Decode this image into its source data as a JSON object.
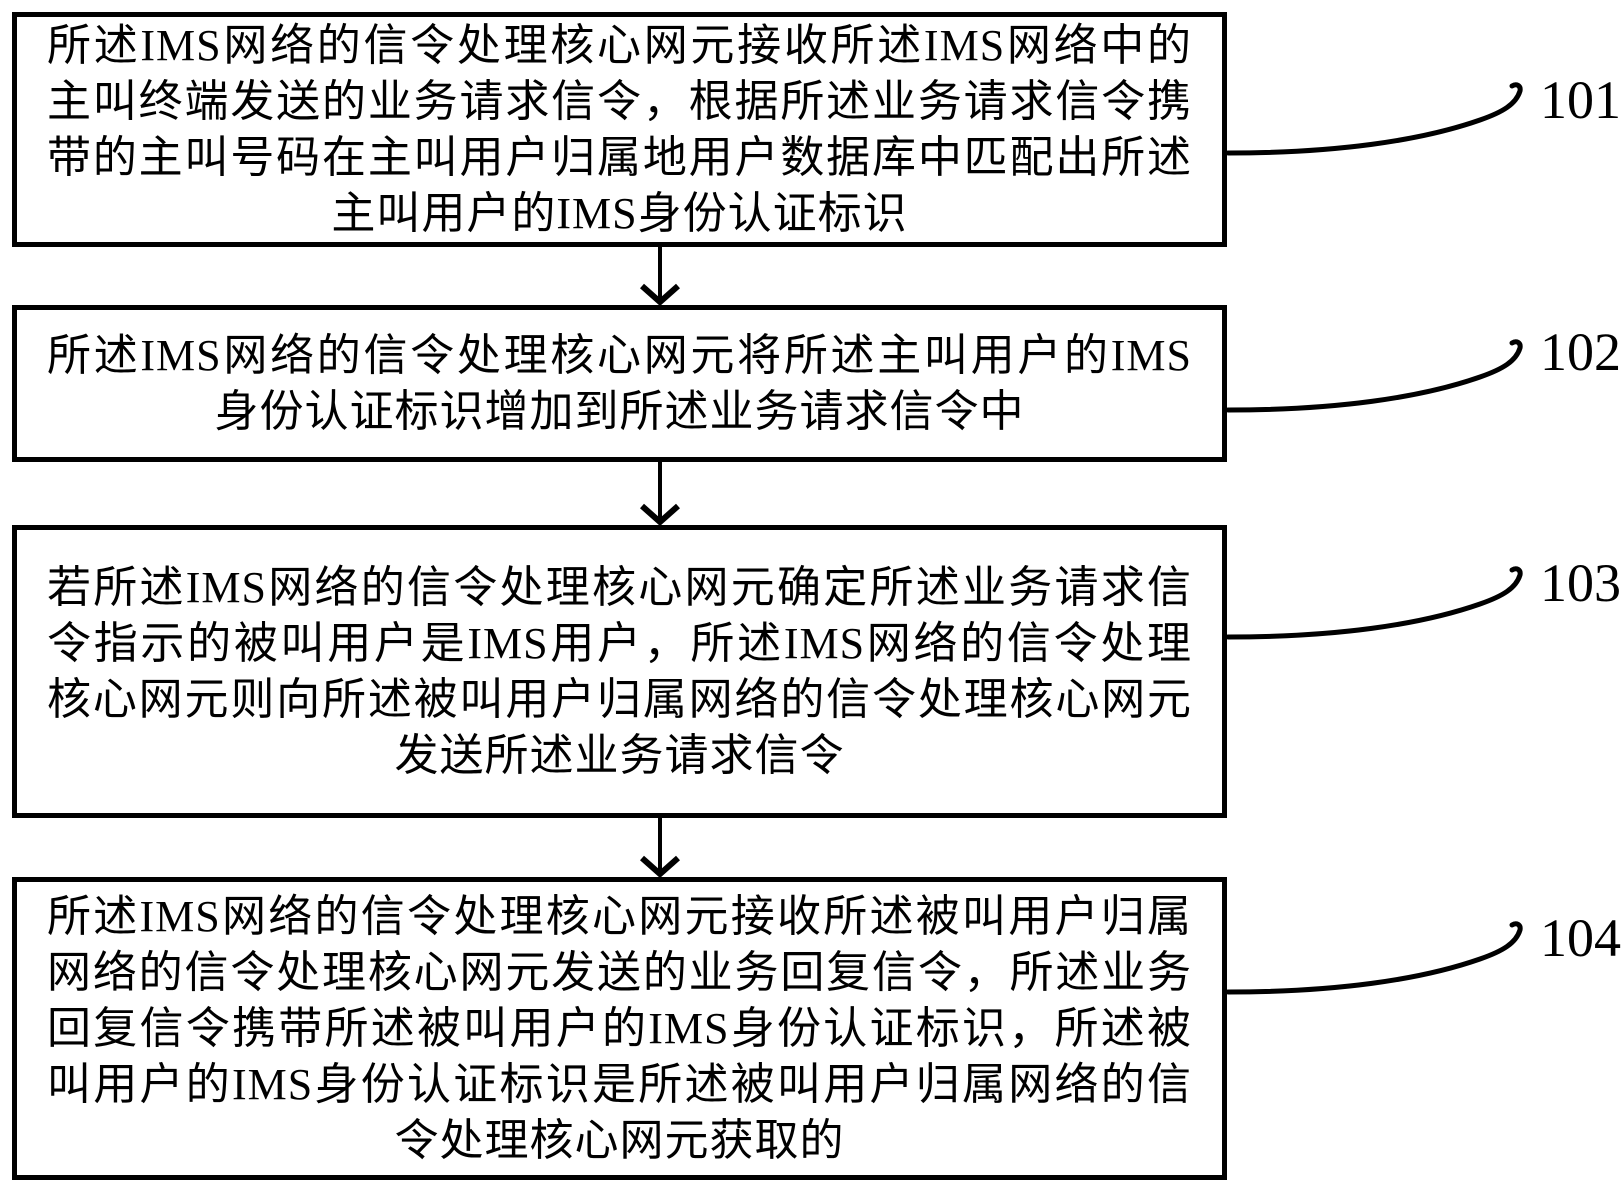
{
  "figure": {
    "type": "flowchart",
    "background_color": "#ffffff",
    "stroke_color": "#000000",
    "steps": [
      {
        "ref_label": "101",
        "text": "所述IMS网络的信令处理核心网元接收所述IMS网络中的主叫终端发送的业务请求信令，根据所述业务请求信令携带的主叫号码在主叫用户归属地用户数据库中匹配出所述主叫用户的IMS身份认证标识"
      },
      {
        "ref_label": "102",
        "text": "所述IMS网络的信令处理核心网元将所述主叫用户的IMS身份认证标识增加到所述业务请求信令中"
      },
      {
        "ref_label": "103",
        "text": "若所述IMS网络的信令处理核心网元确定所述业务请求信令指示的被叫用户是IMS用户，所述IMS网络的信令处理核心网元则向所述被叫用户归属网络的信令处理核心网元发送所述业务请求信令"
      },
      {
        "ref_label": "104",
        "text": "所述IMS网络的信令处理核心网元接收所述被叫用户归属网络的信令处理核心网元发送的业务回复信令，所述业务回复信令携带所述被叫用户的IMS身份认证标识，所述被叫用户的IMS身份认证标识是所述被叫用户归属网络的信令处理核心网元获取的"
      }
    ]
  }
}
